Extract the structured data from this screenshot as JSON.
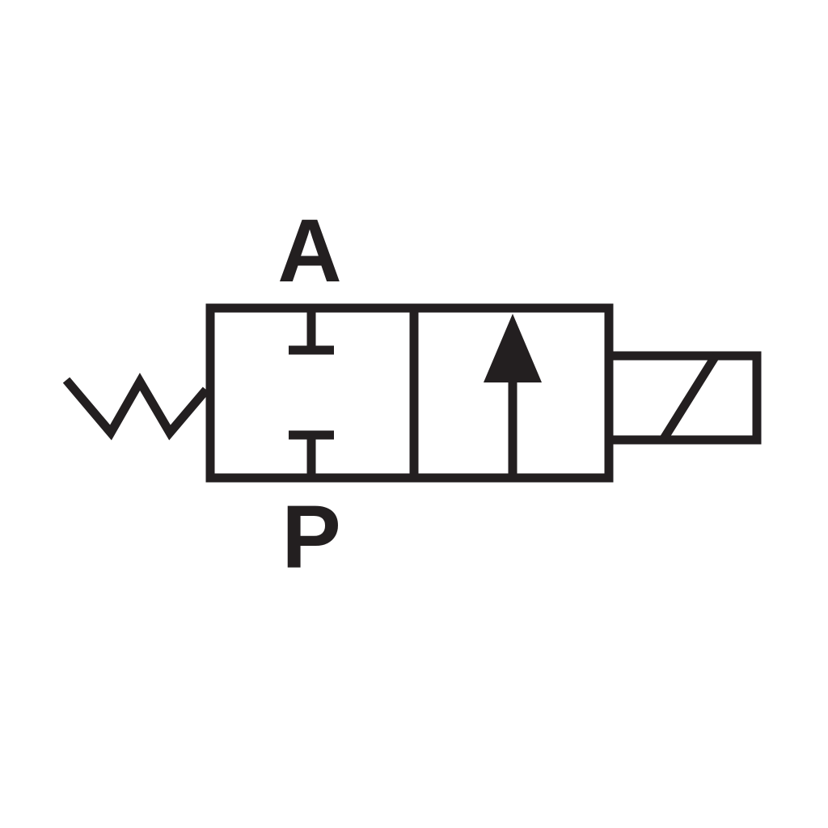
{
  "diagram": {
    "type": "2/2 solenoid valve symbol (normally closed, spring return)",
    "stroke_color": "#231f20",
    "background": "#ffffff",
    "ports": {
      "top_label": "A",
      "bottom_label": "P"
    },
    "components": [
      {
        "name": "spring",
        "position": "left"
      },
      {
        "name": "closed-position-box",
        "position": "left envelope",
        "content": "blocked ports (T-stops)"
      },
      {
        "name": "open-position-box",
        "position": "right envelope",
        "content": "flow arrow upward"
      },
      {
        "name": "solenoid-actuator",
        "position": "right"
      }
    ]
  }
}
